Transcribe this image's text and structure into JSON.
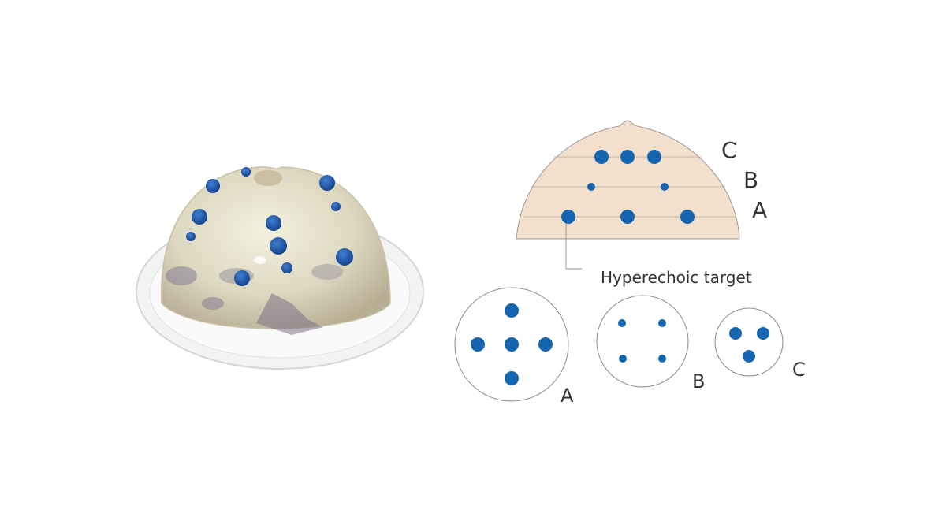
{
  "diagram": {
    "side_view_labels": [
      "C",
      "B",
      "A"
    ],
    "callout": "Hyperechoic target",
    "cross_section_labels": [
      "A",
      "B",
      "C"
    ]
  },
  "colors": {
    "target": "#1565b0",
    "tissue": "#f2e0cd",
    "outline": "#9a9a9a"
  }
}
